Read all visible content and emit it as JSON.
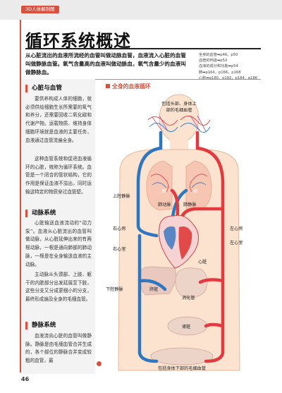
{
  "header": {
    "series_tag": "3D人体解剖图"
  },
  "page_title": "循环系统概述",
  "intro": "从心脏流出的血液所流经的血管叫做动脉血管，血液流入心脏的血管叫做静脉血管。氧气含量高的血液叫做动脉血，氧气含量少的血液叫做静脉血。",
  "refs": [
    "全身的血管➡p46，p50",
    "血管的构造➡p52",
    "血液的成分和功能➡p54",
    "肺➡p164，p166，p168",
    "心脏➡p180，p182，p184，p186"
  ],
  "sections": [
    {
      "heading": "心脏与血管",
      "paragraphs": [
        "要供养构成人体的细胞，就必须供给细胞生长所需要的氧气和养分，还需要回收二氧化碳和代谢产物。运载物质、维持身体细胞环境就是血液的主要任务，血液通过血管流遍全身。",
        "这种血管系统和促进血液循环的心脏，统称为循环系统。血管是一个闭合的管状结构，它的作用是保证血液不溢出，同时运输这特定的物质穿过血管壁。"
      ]
    },
    {
      "heading": "动脉系统",
      "paragraphs": [
        "心脏输送血液流动的“动力泵”。血液从心脏流出的血管叫做动脉，从心脏延伸出来的有两根动脉，一根是通向肺部的肺动脉，一根是在全身输送血液的主动脉。",
        "主动脉从头颈部、上肢、躯干的内脏部分出发延展至下肢，这些分支又分成更细小的分支，最终形成遍及全身的毛细血管。"
      ]
    },
    {
      "heading": "静脉系统",
      "paragraphs": [
        "血液流向心脏的血管叫做静脉。静脉是由毛细血管合并生成的，各个部位的静脉合并变成较粗的血管，最"
      ]
    }
  ],
  "figure": {
    "title": "全身的血液循环",
    "labels": {
      "head_capillaries": [
        "包括头部、身体上",
        "部的毛细血管"
      ],
      "lung": "肺",
      "pulmonary_artery": "肺动脉",
      "pulmonary_vein": "肺静脉",
      "superior_vena_cava": "上腔静脉",
      "right_atrium": "右心房",
      "right_ventricle": "右心室",
      "left_atrium": "左心房",
      "left_ventricle": "左心室",
      "heart": "心脏",
      "liver": "肝脏",
      "digestive_tract": "消化管",
      "kidney": "肾脏",
      "inferior_vena_cava": "下腔静脉",
      "lower_capillaries": "包括身体下部的毛细血管"
    }
  },
  "page_number": "46",
  "colors": {
    "accent": "#d9503c",
    "artery": "#e43a3f",
    "vein": "#2e76c0",
    "body": "#fbe3d0",
    "outline": "#e6b89a"
  }
}
